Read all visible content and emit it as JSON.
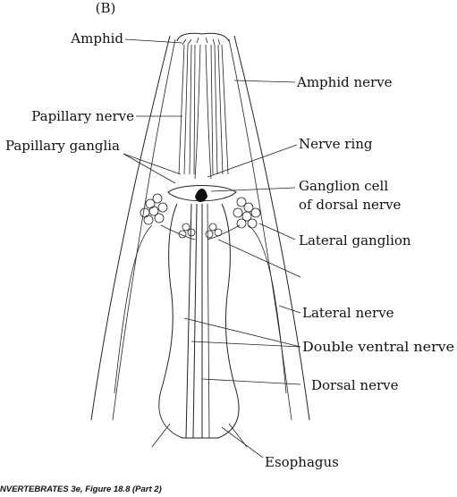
{
  "panel_label": "(B)",
  "labels": {
    "amphid": "Amphid",
    "amphid_nerve": "Amphid nerve",
    "papillary_nerve": "Papillary nerve",
    "papillary_ganglia": "Papillary ganglia",
    "nerve_ring": "Nerve ring",
    "ganglion_cell_line1": "Ganglion cell",
    "ganglion_cell_line2": "of dorsal nerve",
    "lateral_ganglion": "Lateral ganglion",
    "lateral_nerve": "Lateral nerve",
    "double_ventral_nerve": "Double ventral nerve",
    "dorsal_nerve": "Dorsal nerve",
    "esophagus": "Esophagus"
  },
  "caption": "NVERTEBRATES 3e, Figure 18.8 (Part 2)"
}
